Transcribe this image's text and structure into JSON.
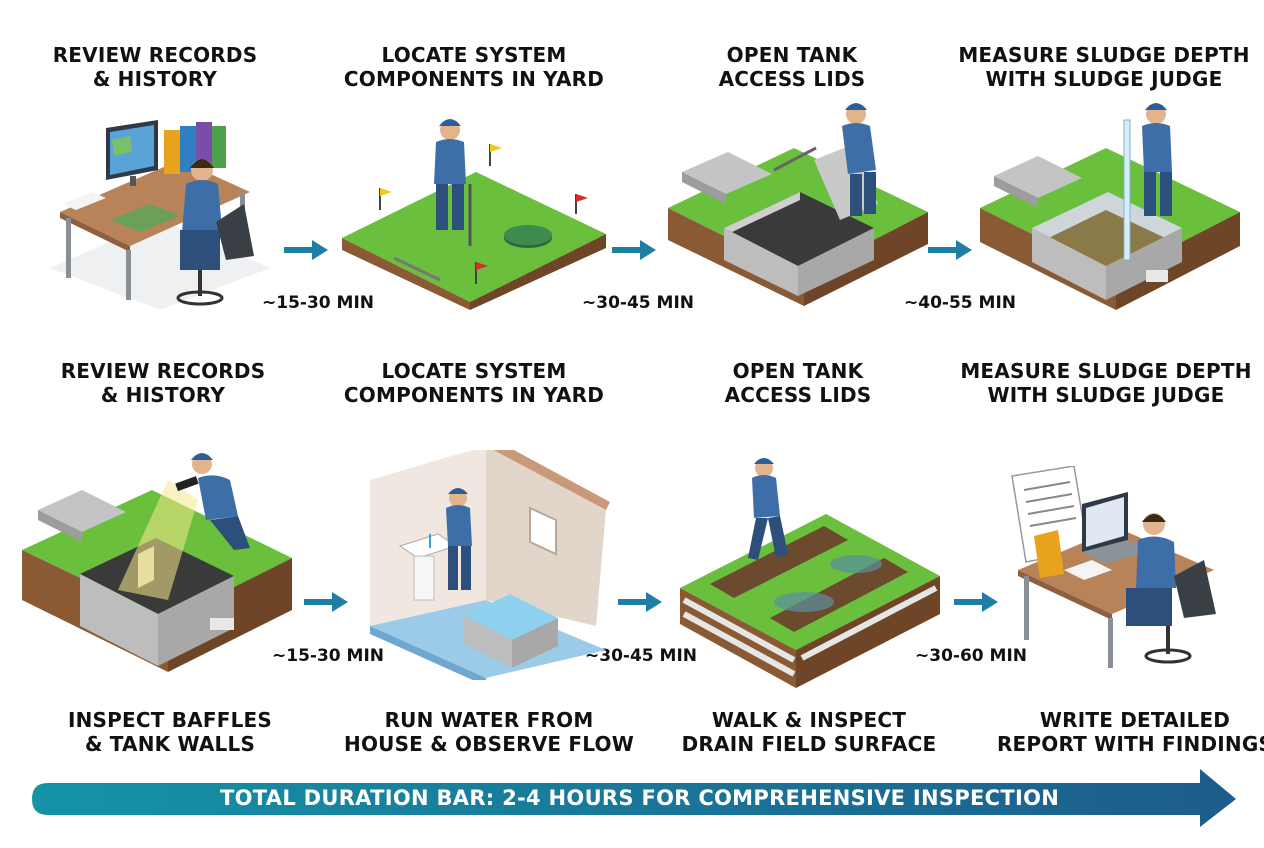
{
  "top_row": [
    {
      "label_lines": [
        "REVIEW RECORDS",
        "& HISTORY"
      ]
    },
    {
      "label_lines": [
        "LOCATE SYSTEM",
        "COMPONENTS IN YARD"
      ]
    },
    {
      "label_lines": [
        "OPEN TANK",
        "ACCESS LIDS"
      ]
    },
    {
      "label_lines": [
        "MEASURE SLUDGE DEPTH",
        "WITH SLUDGE JUDGE"
      ]
    }
  ],
  "top_times": [
    "~15-30 MIN",
    "~30-45 MIN",
    "~40-55 MIN"
  ],
  "middle_labels": [
    {
      "label_lines": [
        "REVIEW RECORDS",
        "& HISTORY"
      ]
    },
    {
      "label_lines": [
        "LOCATE SYSTEM",
        "COMPONENTS IN YARD"
      ]
    },
    {
      "label_lines": [
        "OPEN TANK",
        "ACCESS LIDS"
      ]
    },
    {
      "label_lines": [
        "MEASURE SLUDGE DEPTH",
        "WITH SLUDGE JUDGE"
      ]
    }
  ],
  "bottom_row": [
    {
      "label_lines": [
        "INSPECT BAFFLES",
        "& TANK WALLS"
      ]
    },
    {
      "label_lines": [
        "RUN WATER FROM",
        "HOUSE & OBSERVE FLOW"
      ]
    },
    {
      "label_lines": [
        "WALK & INSPECT",
        "DRAIN FIELD SURFACE"
      ]
    },
    {
      "label_lines": [
        "WRITE DETAILED",
        "REPORT WITH FINDINGS"
      ]
    }
  ],
  "bottom_times": [
    "~15-30 MIN",
    "~30-45 MIN",
    "~30-60 MIN"
  ],
  "duration_bar": {
    "text": "TOTAL DURATION BAR: 2-4 HOURS FOR COMPREHENSIVE INSPECTION"
  },
  "colors": {
    "arrow": "#1f7fa3",
    "grass": "#6abf3c",
    "soil": "#8a5a34",
    "concrete": "#c4c4c4",
    "uniform": "#3d6ea8",
    "bar_start": "#1593a6",
    "bar_end": "#1d5c8c"
  },
  "icons": [
    "computer-icon",
    "binder-icon",
    "worker-icon",
    "flag-icon",
    "manhole-icon",
    "tank-icon",
    "lid-icon",
    "sludge-pole-icon",
    "flashlight-icon",
    "sink-icon",
    "house-icon",
    "drain-pipe-icon",
    "laptop-icon",
    "document-icon"
  ]
}
